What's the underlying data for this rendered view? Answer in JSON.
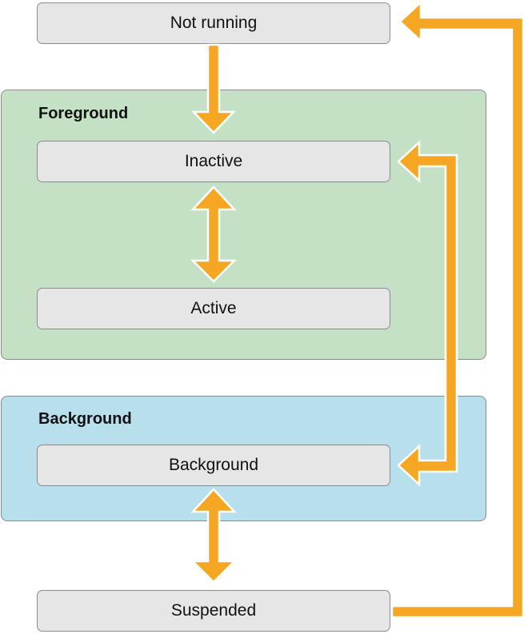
{
  "states": {
    "not_running": "Not running",
    "inactive": "Inactive",
    "active": "Active",
    "background": "Background",
    "suspended": "Suspended"
  },
  "regions": {
    "foreground": "Foreground",
    "background": "Background"
  },
  "colors": {
    "arrow": "#f5a623",
    "foreground_fill": "#c5e1c5",
    "background_fill": "#b8dfec",
    "state_fill": "#e6e6e6"
  }
}
